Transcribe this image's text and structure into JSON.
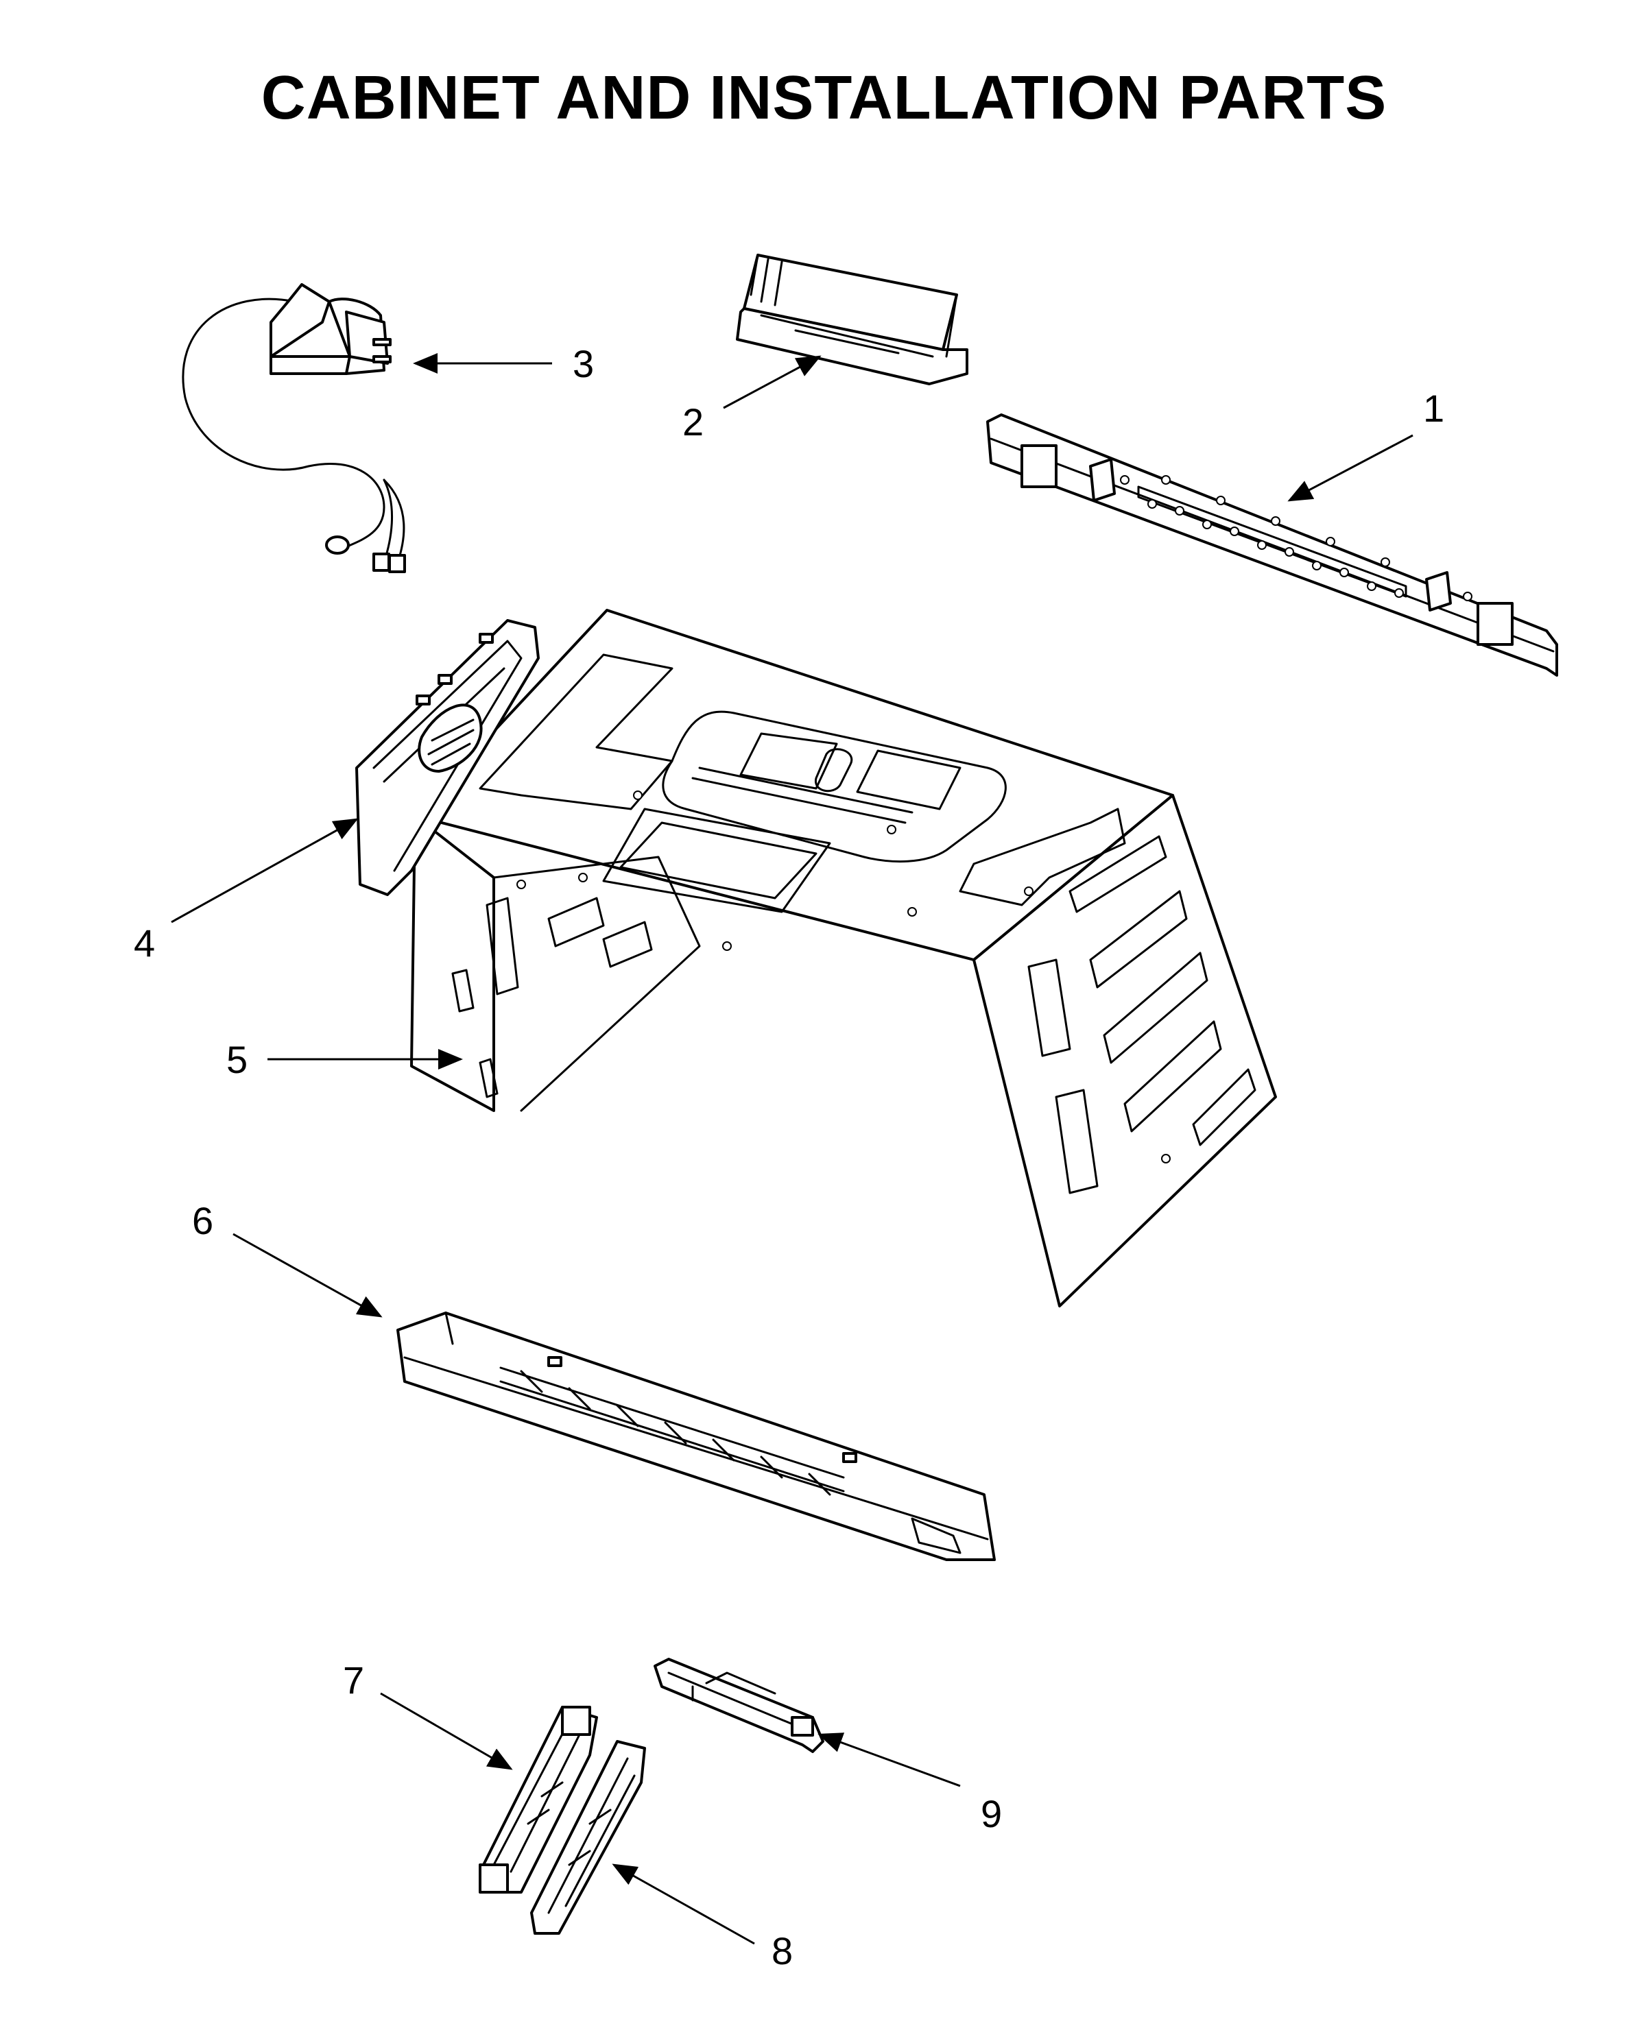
{
  "title": "CABINET AND INSTALLATION PARTS",
  "colors": {
    "line": "#000000",
    "background": "#ffffff"
  },
  "callouts": [
    {
      "id": "1",
      "label": "1"
    },
    {
      "id": "2",
      "label": "2"
    },
    {
      "id": "3",
      "label": "3"
    },
    {
      "id": "4",
      "label": "4"
    },
    {
      "id": "5",
      "label": "5"
    },
    {
      "id": "6",
      "label": "6"
    },
    {
      "id": "7",
      "label": "7"
    },
    {
      "id": "8",
      "label": "8"
    },
    {
      "id": "9",
      "label": "9"
    }
  ]
}
